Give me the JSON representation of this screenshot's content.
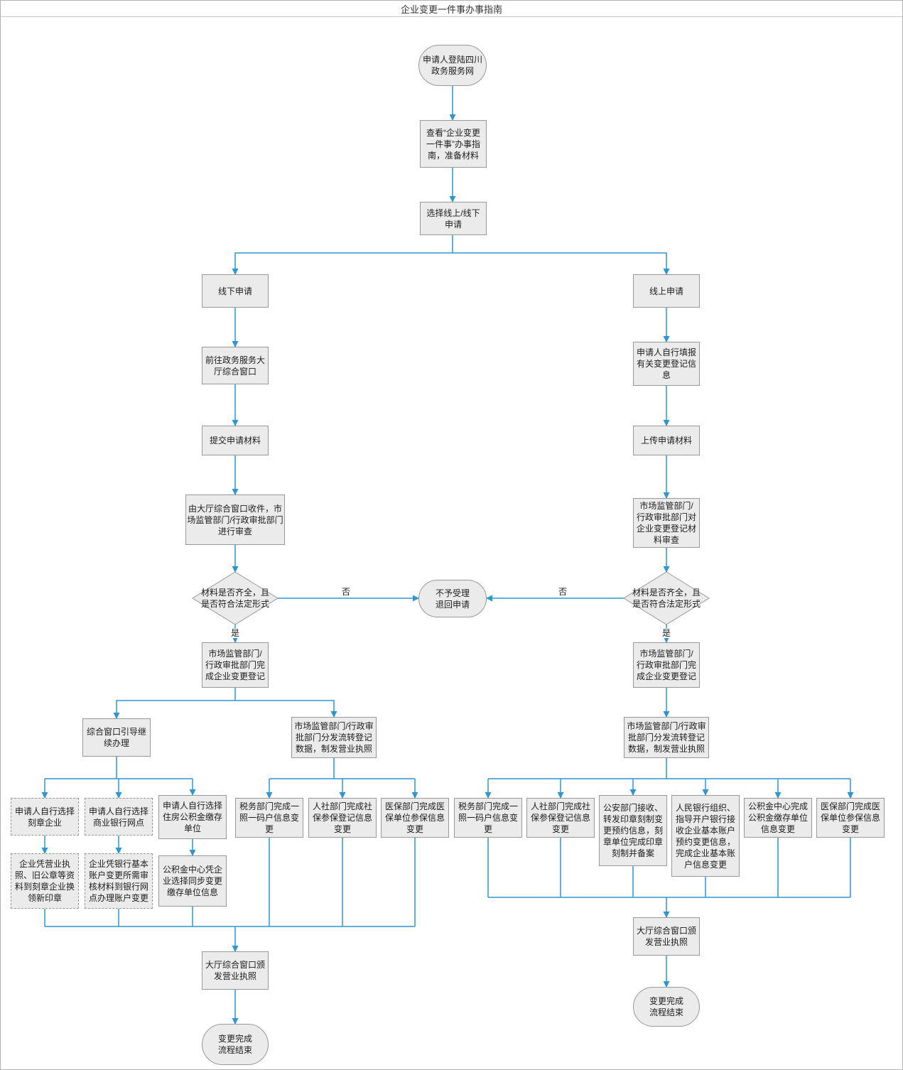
{
  "title": "企业变更一件事办事指南",
  "labels": {
    "yes": "是",
    "no": "否"
  },
  "colors": {
    "line": "#2e97d1",
    "node_fill": "#ebebeb",
    "node_border": "#989898"
  },
  "nodes": {
    "start": "申请人登陆四川政务服务网",
    "prepare": "查看“企业变更一件事”办事指南，准备材料",
    "choose": "选择线上/线下申请",
    "offline": "线下申请",
    "online": "线上申请",
    "offline_hall": "前往政务服务大厅综合窗口",
    "offline_submit": "提交申请材料",
    "offline_review": "由大厅综合窗口收件，市场监管部门/行政审批部门进行审查",
    "offline_check": "材料是否齐全，且是否符合法定形式",
    "reject": "不予受理退回申请",
    "offline_register": "市场监管部门/行政审批部门完成企业变更登记",
    "offline_guide": "综合窗口引导继续办理",
    "offline_distribute": "市场监管部门/行政审批部门分发流转登记数据，制发营业执照",
    "offline_seal_choose": "申请人自行选择刻章企业",
    "offline_bank_choose": "申请人自行选择商业银行网点",
    "offline_fund_choose": "申请人自行选择住房公积金缴存单位",
    "offline_seal_do": "企业凭营业执照、旧公章等资料到刻章企业换领新印章",
    "offline_bank_do": "企业凭银行基本账户变更所需审核材料到银行网点办理账户变更",
    "offline_fund_do": "公积金中心凭企业选择同步变更缴存单位信息",
    "offline_tax": "税务部门完成一照一码户信息变更",
    "offline_social": "人社部门完成社保参保登记信息变更",
    "offline_medical": "医保部门完成医保单位参保信息变更",
    "offline_issue": "大厅综合窗口颁发营业执照",
    "offline_end": "变更完成流程结束",
    "online_fill": "申请人自行填报有关变更登记信息",
    "online_upload": "上传申请材料",
    "online_review": "市场监管部门/行政审批部门对企业变更登记材料审查",
    "online_check": "材料是否齐全，且是否符合法定形式",
    "online_register": "市场监管部门/行政审批部门完成企业变更登记",
    "online_distribute": "市场监管部门/行政审批部门分发流转登记数据，制发营业执照",
    "online_tax": "税务部门完成一照一码户信息变更",
    "online_social": "人社部门完成社保参保登记信息变更",
    "online_police": "公安部门接收、转发印章刻制变更预约信息，刻章单位完成印章刻制并备案",
    "online_pboc": "人民银行组织、指导开户银行接收企业基本账户预约变更信息，完成企业基本账户信息变更",
    "online_fund": "公积金中心完成公积金缴存单位信息变更",
    "online_medical": "医保部门完成医保单位参保信息变更",
    "online_issue": "大厅综合窗口颁发营业执照",
    "online_end": "变更完成流程结束"
  }
}
